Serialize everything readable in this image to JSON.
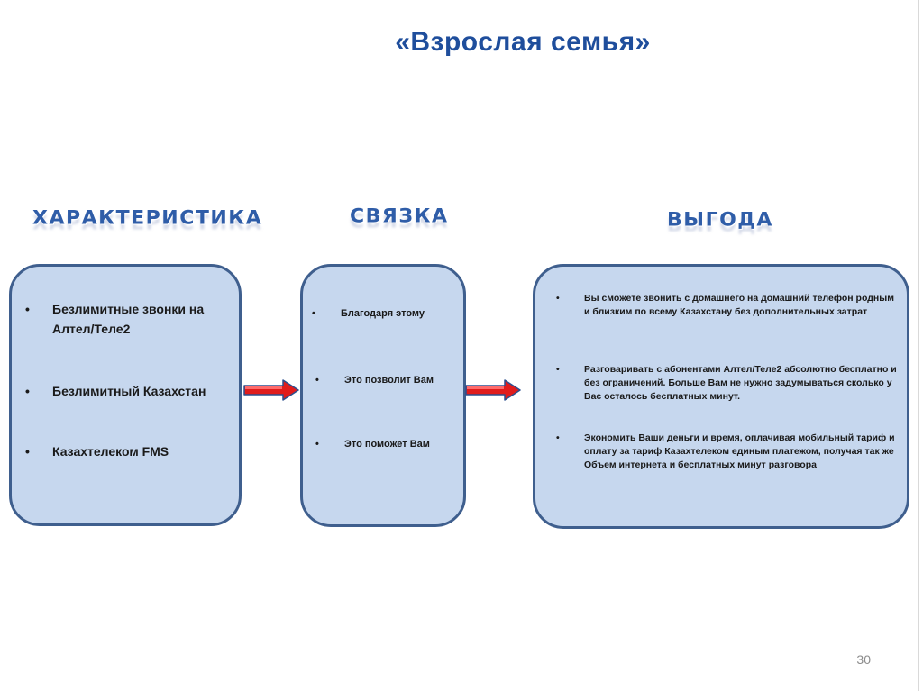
{
  "title": "«Взрослая семья»",
  "headings": {
    "left": "ХАРАКТЕРИСТИКА",
    "middle": "СВЯЗКА",
    "right": "ВЫГОДА"
  },
  "bullet_symbol": "•",
  "panels": {
    "left": {
      "items": [
        "Безлимитные звонки на Алтел/Теле2",
        "Безлимитный Казахстан",
        "Казахтелеком FMS"
      ]
    },
    "middle": {
      "items": [
        "Благодаря этому",
        "Это позволит Вам",
        "Это поможет Вам"
      ]
    },
    "right": {
      "items": [
        "Вы сможете звонить с домашнего на домашний телефон родным и близким по всему Казахстану без дополнительных затрат",
        "Разговаривать с абонентами Алтел/Теле2 абсолютно бесплатно и без ограничений. Больше Вам не нужно задумываться сколько у Вас осталось бесплатных минут.",
        "Экономить Ваши деньги и время, оплачивая мобильный тариф и оплату за тариф Казахтелеком единым платежом, получая так же Объем интернета и бесплатных минут разговора"
      ]
    }
  },
  "page_number": "30",
  "colors": {
    "title": "#1f4e9c",
    "panel_fill": "#c6d7ee",
    "panel_border": "#3f5f8e",
    "arrow_fill": "#e01c1c",
    "arrow_edge": "#2b4f8e"
  }
}
